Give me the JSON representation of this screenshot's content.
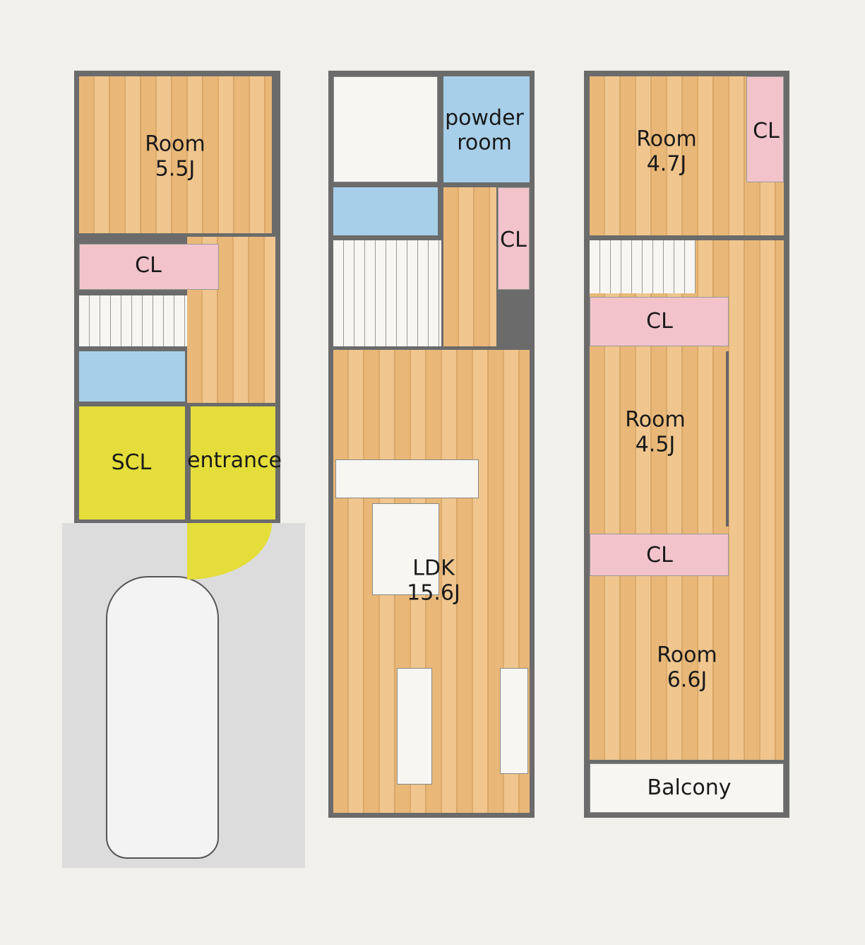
{
  "floor1": {
    "room": {
      "name": "Room",
      "size": "5.5J"
    },
    "closet": "CL",
    "storage": "SCL",
    "entrance": "entrance"
  },
  "floor2": {
    "powder": {
      "line1": "powder",
      "line2": "room"
    },
    "closet": "CL",
    "ldk": {
      "name": "LDK",
      "size": "15.6J"
    }
  },
  "floor3": {
    "room1": {
      "name": "Room",
      "size": "4.7J"
    },
    "closet1": "CL",
    "closet2": "CL",
    "room2": {
      "name": "Room",
      "size": "4.5J"
    },
    "closet3": "CL",
    "room3": {
      "name": "Room",
      "size": "6.6J"
    },
    "balcony": "Balcony"
  },
  "colors": {
    "floor": "#e9b878",
    "wet": "#a8cfe9",
    "closet": "#f2c3cb",
    "entrance": "#e4dd3a",
    "garage": "#dcdcdc"
  }
}
